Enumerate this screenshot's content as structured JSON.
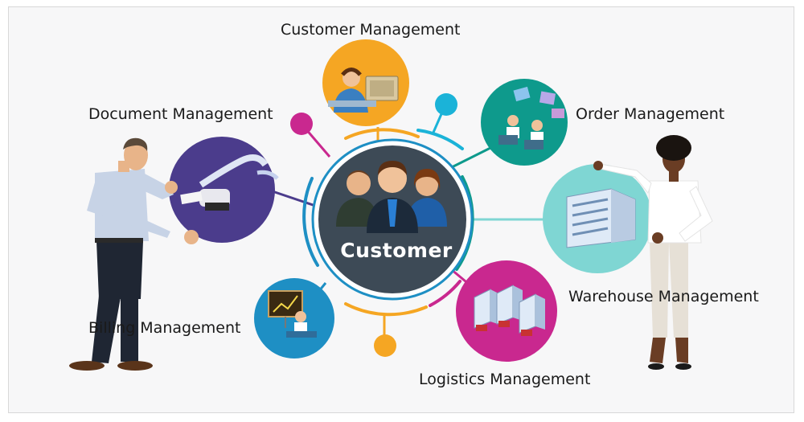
{
  "center": {
    "label": "Customer"
  },
  "nodes": [
    {
      "id": "customer-management",
      "label": "Customer Management",
      "color": "#f5a623",
      "icon": "helpdesk-icon"
    },
    {
      "id": "order-management",
      "label": "Order Management",
      "color": "#0e9a8c",
      "icon": "team-computers-icon"
    },
    {
      "id": "document-management",
      "label": "Document Management",
      "color": "#4b3c8c",
      "icon": "paper-printer-icon"
    },
    {
      "id": "warehouse-management",
      "label": "Warehouse Management",
      "color": "#7fd6d3",
      "icon": "warehouse-building-icon"
    },
    {
      "id": "billing-management",
      "label": "Billing Management",
      "color": "#1e8fc4",
      "icon": "presentation-chart-icon"
    },
    {
      "id": "logistics-management",
      "label": "Logistics Management",
      "color": "#c9288f",
      "icon": "delivery-trucks-icon"
    }
  ],
  "accents": {
    "magenta": "#c9288f",
    "cyan": "#1bb3d8",
    "orange": "#f5a623",
    "hub": "#3d4a56"
  }
}
